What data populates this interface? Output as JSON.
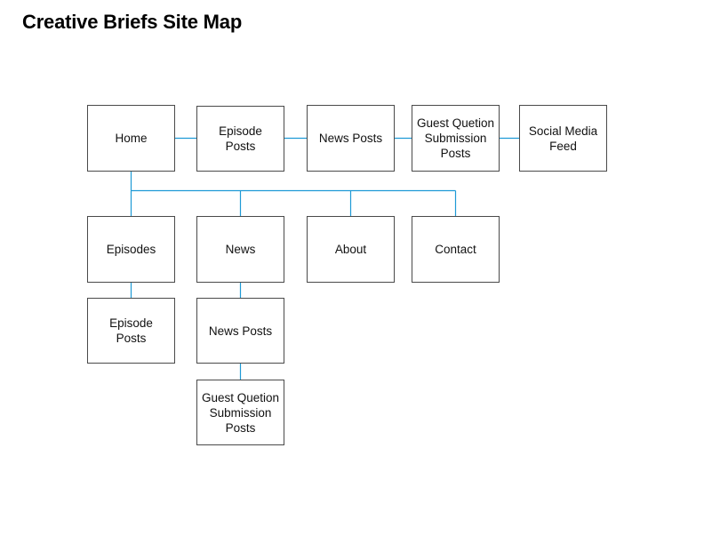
{
  "title": "Creative Briefs Site Map",
  "line_color": "#1f9ad6",
  "nodes": {
    "home": "Home",
    "episode_posts_top": "Episode\nPosts",
    "news_posts_top": "News Posts",
    "guest_question_top": "Guest Quetion\nSubmission\nPosts",
    "social_media_feed": "Social Media\nFeed",
    "episodes": "Episodes",
    "news": "News",
    "about": "About",
    "contact": "Contact",
    "episode_posts_child": "Episode\nPosts",
    "news_posts_child": "News Posts",
    "guest_question_child": "Guest Quetion\nSubmission\nPosts"
  }
}
